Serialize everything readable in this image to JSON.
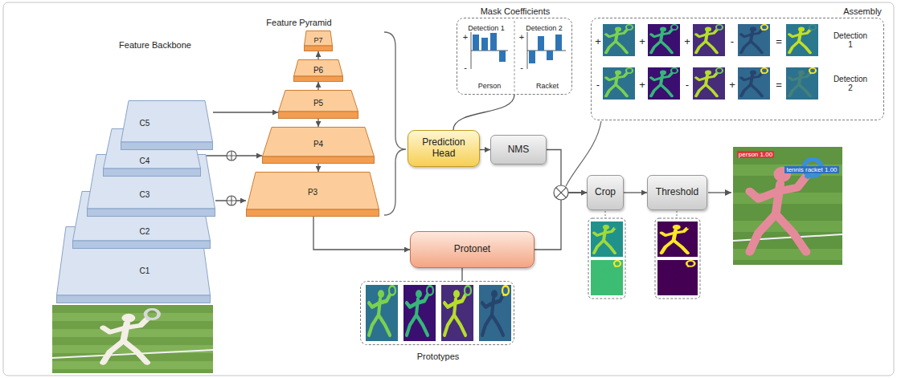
{
  "diagram": {
    "nodes": [
      {
        "text": [
          "C5"
        ]
      },
      {
        "text": [
          "C4"
        ]
      },
      {
        "text": [
          "C3"
        ]
      },
      {
        "text": [
          "C2"
        ]
      },
      {
        "text": [
          "C1"
        ]
      },
      {
        "text": [
          "P7"
        ]
      },
      {
        "text": [
          "P6"
        ]
      },
      {
        "text": [
          "P5"
        ]
      },
      {
        "text": [
          "P4"
        ]
      },
      {
        "text": [
          "P3"
        ]
      },
      {
        "text": [
          "Mask Coefficients",
          "Detection 1",
          "+",
          "-",
          "Person",
          "Detection 2",
          "+",
          "-",
          "Racket"
        ]
      },
      {
        "text": [
          "Prediction Head"
        ]
      },
      {
        "text": [
          "NMS"
        ]
      },
      {
        "text": [
          "Protonet"
        ]
      },
      {
        "text": [
          "Prototypes"
        ]
      },
      {
        "text": [
          "Assembly",
          "+",
          "+",
          "+",
          "-",
          "=",
          "Detection 1",
          "-",
          "+",
          "-",
          "+",
          "=",
          "Detection 2"
        ]
      },
      {
        "text": [
          "Crop"
        ]
      },
      {
        "text": [
          "Threshold"
        ]
      }
    ],
    "edges": [
      {
        "from": 0,
        "to": 7,
        "arrow": "to"
      },
      {
        "from": 1,
        "to": 8,
        "arrow": "to"
      },
      {
        "from": 2,
        "to": 9,
        "arrow": "to"
      },
      {
        "from": 6,
        "to": 5,
        "arrow": "to"
      },
      {
        "from": 7,
        "to": 6,
        "arrow": "to"
      },
      {
        "from": 7,
        "to": 8,
        "arrow": "to"
      },
      {
        "from": 8,
        "to": 9,
        "arrow": "to"
      },
      {
        "from": 9,
        "to": 13,
        "arrow": "to"
      },
      {
        "from": 11,
        "to": 12,
        "arrow": "to"
      },
      {
        "from": 11,
        "to": 10,
        "arrow": "none"
      },
      {
        "from": 13,
        "to": 14,
        "arrow": "none"
      },
      {
        "from": 12,
        "to": 16,
        "arrow": "to"
      },
      {
        "from": 13,
        "to": 16,
        "arrow": "to"
      },
      {
        "from": 16,
        "to": 17,
        "arrow": "to"
      }
    ],
    "labels": [
      "Feature Backbone",
      "Feature Pyramid",
      "person 1.00",
      "tennis racket 1.00"
    ]
  }
}
